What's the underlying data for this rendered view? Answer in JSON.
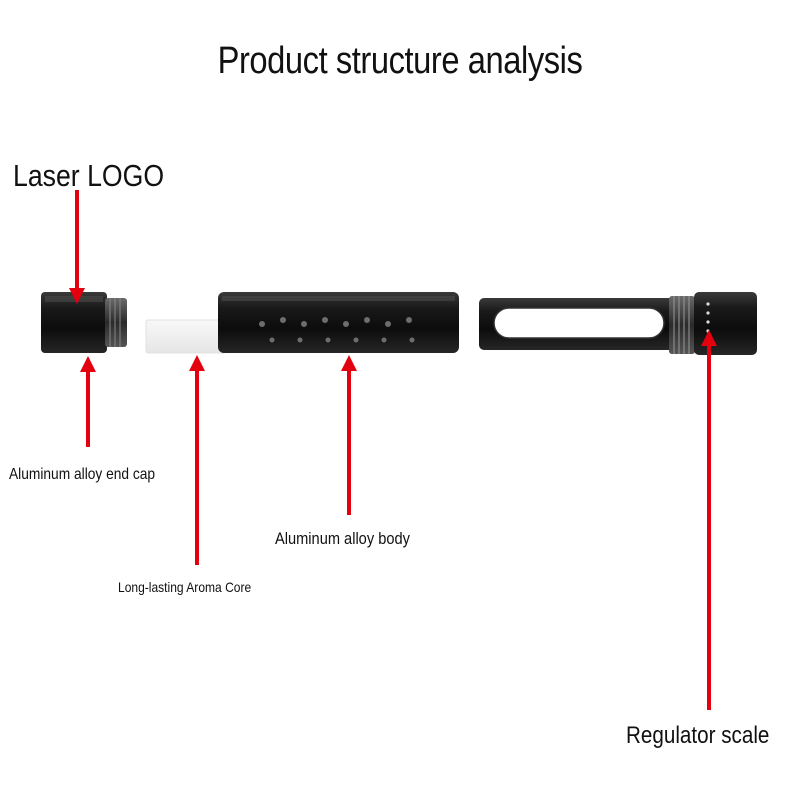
{
  "title": "Product structure analysis",
  "labels": {
    "laser_logo": "Laser LOGO",
    "end_cap": "Aluminum alloy end cap",
    "aroma_core": "Long-lasting Aroma Core",
    "body": "Aluminum alloy body",
    "regulator_scale": "Regulator scale"
  },
  "colors": {
    "arrow": "#e3000f",
    "metal": "#111111",
    "core": "#f3f3f3"
  }
}
